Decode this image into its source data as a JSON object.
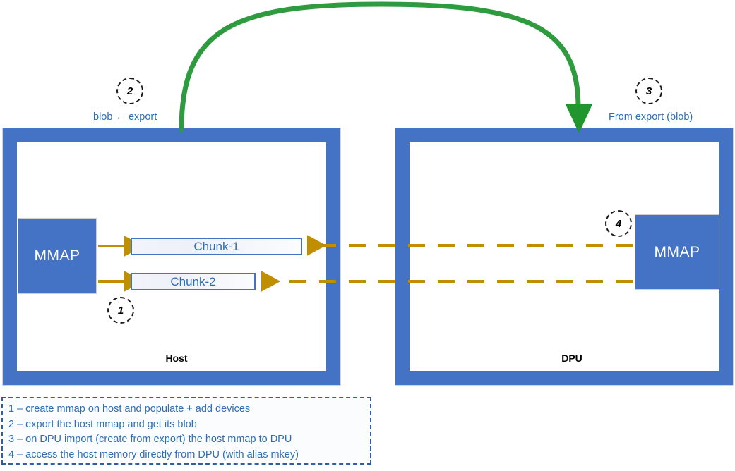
{
  "diagram": {
    "containers": [
      {
        "id": "host",
        "label": "Host"
      },
      {
        "id": "dpu",
        "label": "DPU"
      }
    ],
    "mmap_blocks": [
      {
        "id": "mmap-host",
        "label": "MMAP"
      },
      {
        "id": "mmap-dpu",
        "label": "MMAP"
      }
    ],
    "chunks": [
      {
        "id": "chunk-1",
        "label": "Chunk-1"
      },
      {
        "id": "chunk-2",
        "label": "Chunk-2"
      }
    ],
    "steps": [
      {
        "id": "1",
        "marker": "1",
        "caption": ""
      },
      {
        "id": "2",
        "marker": "2",
        "caption": "blob ← export"
      },
      {
        "id": "3",
        "marker": "3",
        "caption": "From export (blob)"
      },
      {
        "id": "4",
        "marker": "4",
        "caption": ""
      }
    ],
    "legend": {
      "lines": [
        "1 – create mmap on host and populate + add devices",
        "2 – export the host mmap and get its blob",
        "3 – on DPU import (create from export) the host mmap to DPU",
        "4 – access the host memory directly from DPU (with alias mkey)"
      ]
    },
    "colors": {
      "container_border": "#4472C4",
      "mmap_fill": "#4472C4",
      "chunk_border": "#4472C4",
      "chunk_text": "#2E6DB4",
      "export_arrow": "#2E9B3F",
      "access_arrow": "#BF8F00",
      "legend_text": "#2E6DB4",
      "legend_border": "#2E5FA3",
      "label_text": "#000000",
      "background": "#FFFFFF"
    },
    "arrows": [
      {
        "id": "export-arrow",
        "kind": "curved-solid",
        "color": "#2E9B3F",
        "from": "host",
        "to": "dpu"
      },
      {
        "id": "mmap-to-chunk-1",
        "kind": "straight-solid",
        "color": "#BF8F00",
        "from": "mmap-host",
        "to": "chunk-1"
      },
      {
        "id": "mmap-to-chunk-2",
        "kind": "straight-solid",
        "color": "#BF8F00",
        "from": "mmap-host",
        "to": "chunk-2"
      },
      {
        "id": "dpu-access-chunk-1",
        "kind": "dashed",
        "color": "#BF8F00",
        "from": "mmap-dpu",
        "to": "chunk-1"
      },
      {
        "id": "dpu-access-chunk-2",
        "kind": "dashed",
        "color": "#BF8F00",
        "from": "mmap-dpu",
        "to": "chunk-2"
      }
    ]
  }
}
